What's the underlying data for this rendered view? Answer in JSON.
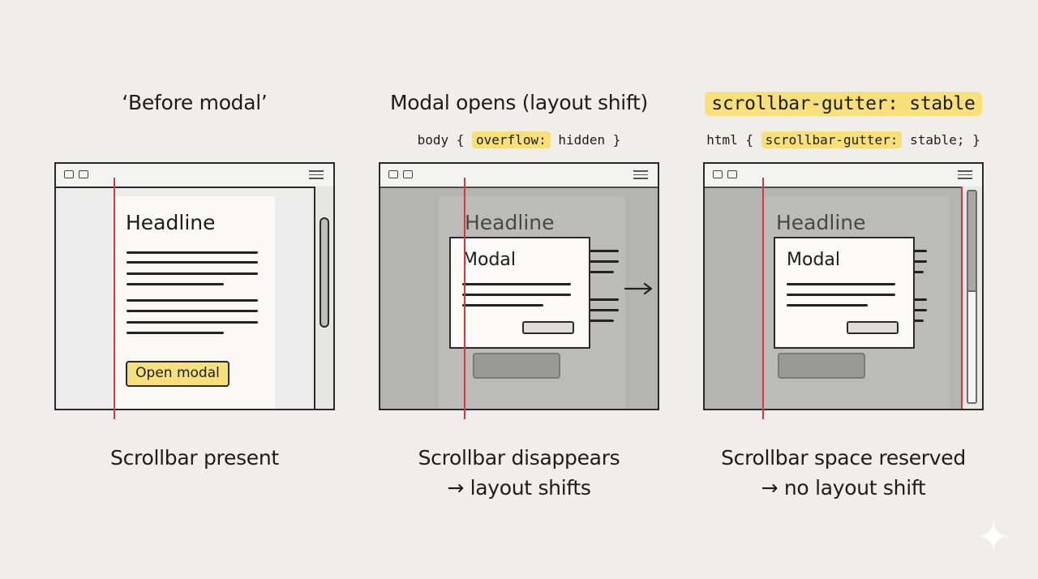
{
  "panels": [
    {
      "title": "‘Before modal’",
      "headline": "Headline",
      "button_label": "Open modal",
      "caption": [
        "Scrollbar present"
      ]
    },
    {
      "title": "Modal opens (layout shift)",
      "code": {
        "prefix": "body { ",
        "highlight": "overflow:",
        "suffix": " hidden }"
      },
      "headline": "Headline",
      "modal_title": "Modal",
      "caption": [
        "Scrollbar disappears",
        "→ layout shifts"
      ]
    },
    {
      "title": "scrollbar-gutter: stable",
      "code": {
        "prefix": "html { ",
        "highlight": "scrollbar-gutter:",
        "suffix": " stable; }"
      },
      "headline": "Headline",
      "modal_title": "Modal",
      "caption": [
        "Scrollbar space reserved",
        "→ no layout shift"
      ]
    }
  ],
  "colors": {
    "background": "#efeeea",
    "highlight": "#f7df7a",
    "guide_line": "#d9373a",
    "ink": "#2a2a2a"
  },
  "icons": [
    "window-buttons-icon",
    "hamburger-menu-icon",
    "arrow-right-icon",
    "sparkle-icon"
  ]
}
